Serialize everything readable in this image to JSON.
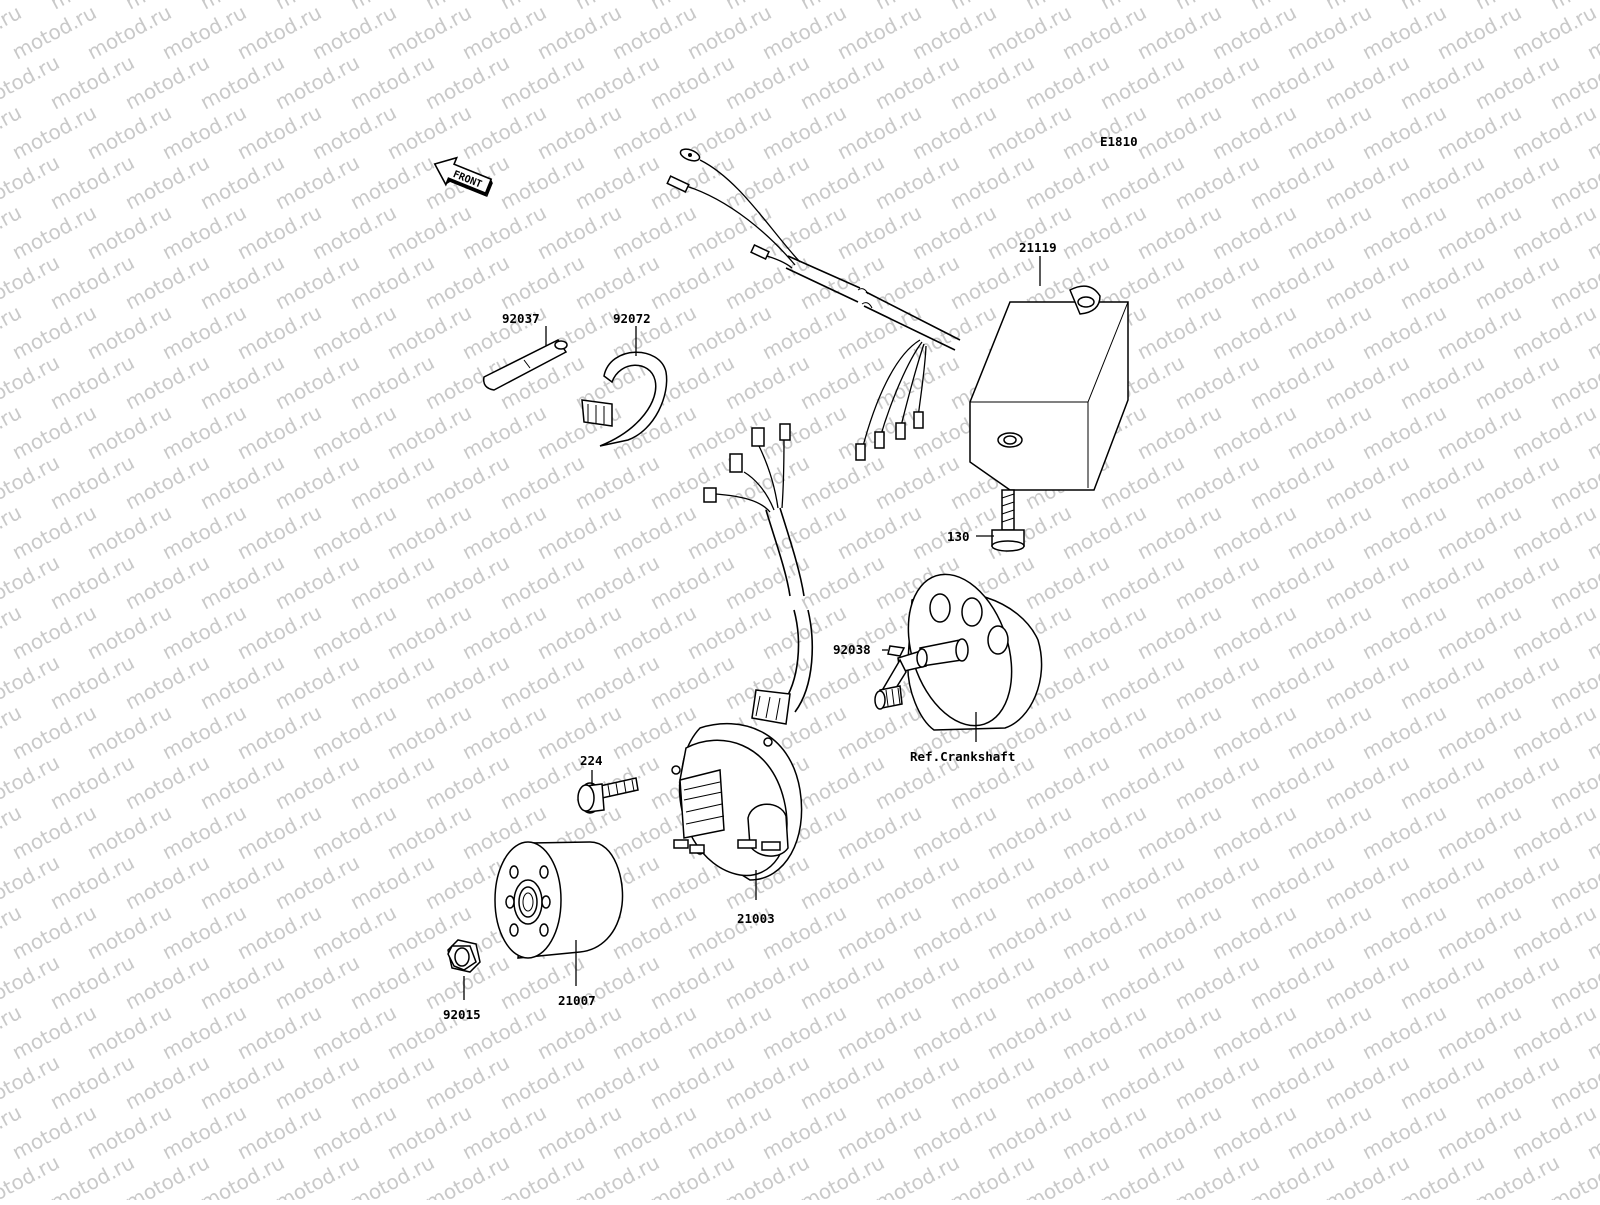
{
  "watermark": {
    "text": "motod.ru",
    "color": "#c9c9c9"
  },
  "diagram": {
    "code": "E1810",
    "front_label": "FRONT",
    "parts": {
      "regulator": "21119",
      "regulator_bolt": "130",
      "holder": "92037",
      "clamp": "92072",
      "key": "92038",
      "crankshaft_ref": "Ref.Crankshaft",
      "stator_screw": "224",
      "stator": "21003",
      "flywheel": "21007",
      "nut": "92015"
    }
  }
}
